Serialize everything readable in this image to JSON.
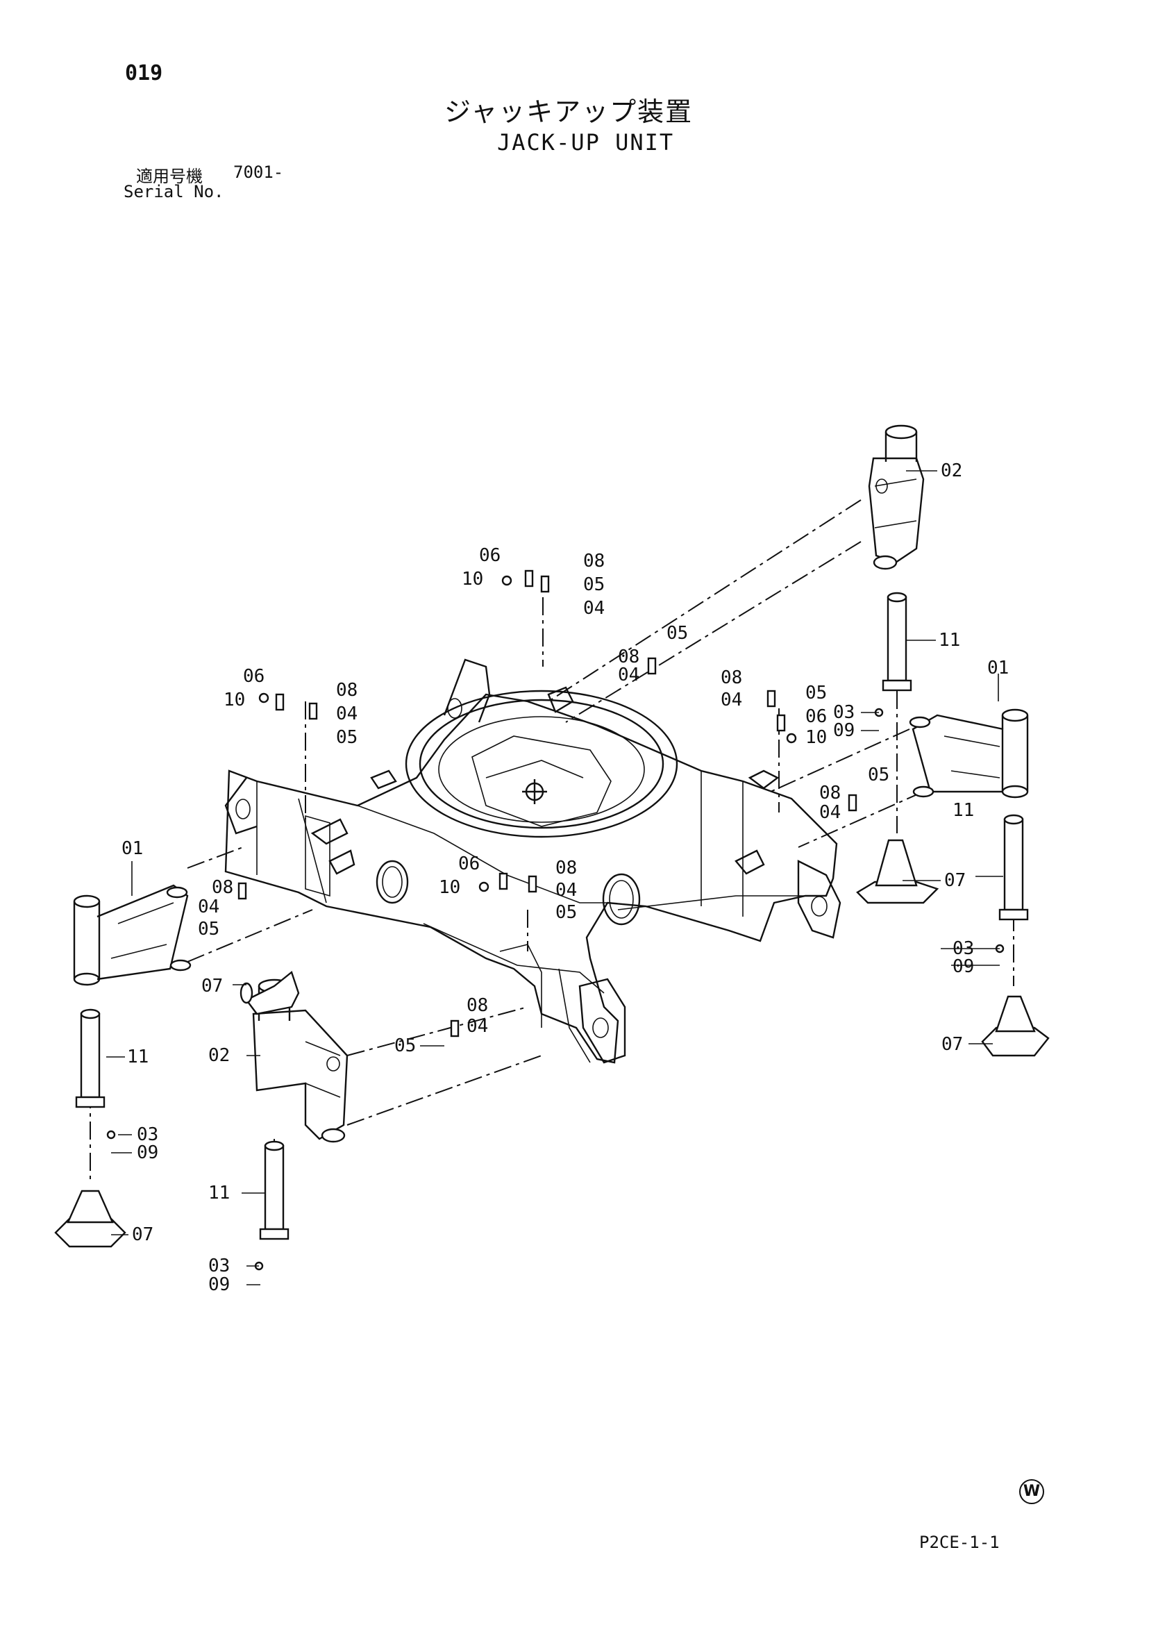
{
  "header": {
    "page_number": "019",
    "title_jp": "ジャッキアップ装置",
    "title_en": "JACK-UP UNIT",
    "serial_label_jp": "適用号機",
    "serial_value": "7001-",
    "serial_label_en": "Serial No."
  },
  "callouts": {
    "c01_left": "01",
    "c01_right": "01",
    "c02_top": "02",
    "c02_left": "02",
    "c03_a": "03",
    "c03_b": "03",
    "c03_c": "03",
    "c03_d": "03",
    "c04_a": "04",
    "c04_b": "04",
    "c04_c": "04",
    "c04_d": "04",
    "c04_e": "04",
    "c04_f": "04",
    "c04_g": "04",
    "c04_h": "04",
    "c05_a": "05",
    "c05_b": "05",
    "c05_c": "05",
    "c05_d": "05",
    "c05_e": "05",
    "c05_f": "05",
    "c05_g": "05",
    "c05_h": "05",
    "c06_a": "06",
    "c06_b": "06",
    "c06_c": "06",
    "c06_d": "06",
    "c07_a": "07",
    "c07_b": "07",
    "c07_c": "07",
    "c07_d": "07",
    "c08_a": "08",
    "c08_b": "08",
    "c08_c": "08",
    "c08_d": "08",
    "c08_e": "08",
    "c08_f": "08",
    "c08_g": "08",
    "c08_h": "08",
    "c09_a": "09",
    "c09_b": "09",
    "c09_c": "09",
    "c09_d": "09",
    "c10_a": "10",
    "c10_b": "10",
    "c10_c": "10",
    "c10_d": "10",
    "c11_a": "11",
    "c11_b": "11",
    "c11_c": "11",
    "c11_d": "11"
  },
  "footer": {
    "watermark_letter": "W",
    "page_code": "P2CE-1-1"
  }
}
